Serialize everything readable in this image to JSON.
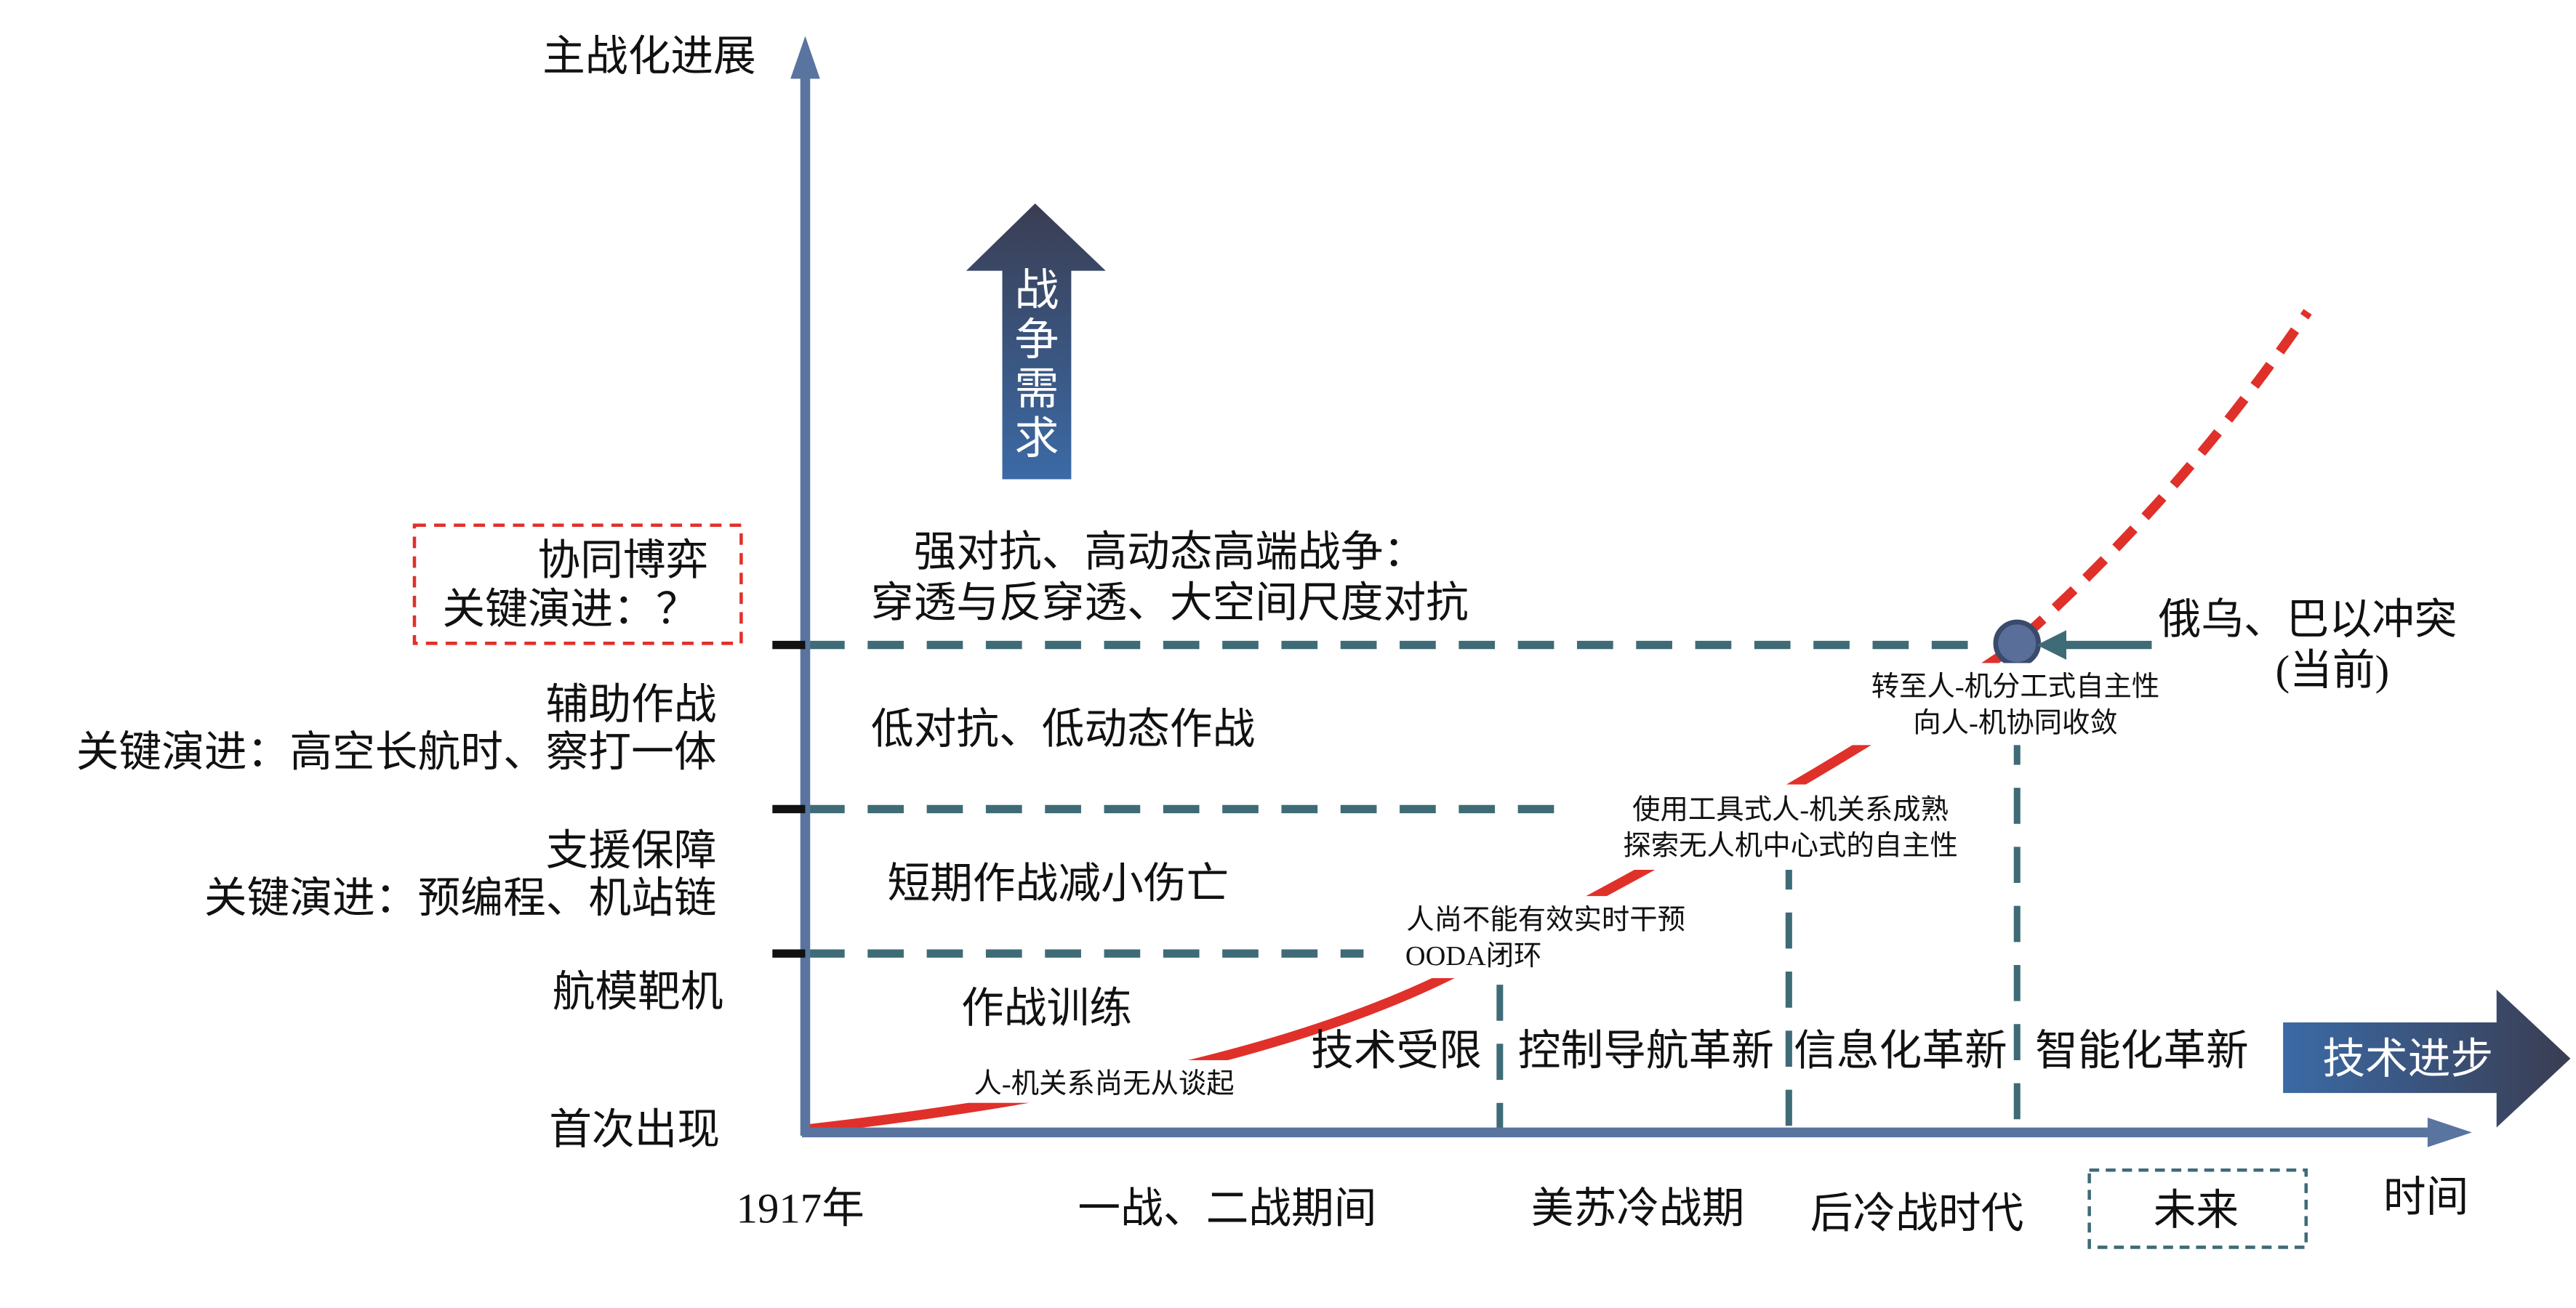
{
  "y_axis": {
    "title": "主战化进展"
  },
  "x_axis": {
    "title": "时间"
  },
  "y_levels": [
    {
      "title": "首次出现",
      "detail": ""
    },
    {
      "title": "航模靶机",
      "detail": ""
    },
    {
      "title": "支援保障",
      "detail": "关键演进：预编程、机站链"
    },
    {
      "title": "辅助作战",
      "detail": "关键演进：高空长航时、察打一体"
    },
    {
      "title": "协同博弈",
      "detail": "关键演进：？"
    }
  ],
  "war_demand": {
    "label": [
      "战",
      "争",
      "需",
      "求"
    ],
    "color": "#3b6aa6"
  },
  "tech_progress": {
    "label": "技术进步",
    "color": "#3b6aa6"
  },
  "war_types": [
    "作战训练",
    "短期作战减小伤亡",
    "低对抗、低动态作战",
    "强对抗、高动态高端战争：",
    "穿透与反穿透、大空间尺度对抗"
  ],
  "tech_stages": [
    "技术受限",
    "控制导航革新",
    "信息化革新",
    "智能化革新"
  ],
  "periods": [
    "1917年",
    "一战、二战期间",
    "美苏冷战期",
    "后冷战时代",
    "未来"
  ],
  "relationship_notes": [
    "人-机关系尚无从谈起",
    "人尚不能有效实时干预",
    "OODA闭环",
    "使用工具式人-机关系成熟",
    "探索无人机中心式的自主性",
    "转至人-机分工式自主性",
    "向人-机协同收敛"
  ],
  "current": {
    "line1": "俄乌、巴以冲突",
    "line2": "(当前)"
  },
  "colors": {
    "axis": "#5a74a0",
    "dash": "#3e6b76",
    "curve": "#e0302a"
  }
}
